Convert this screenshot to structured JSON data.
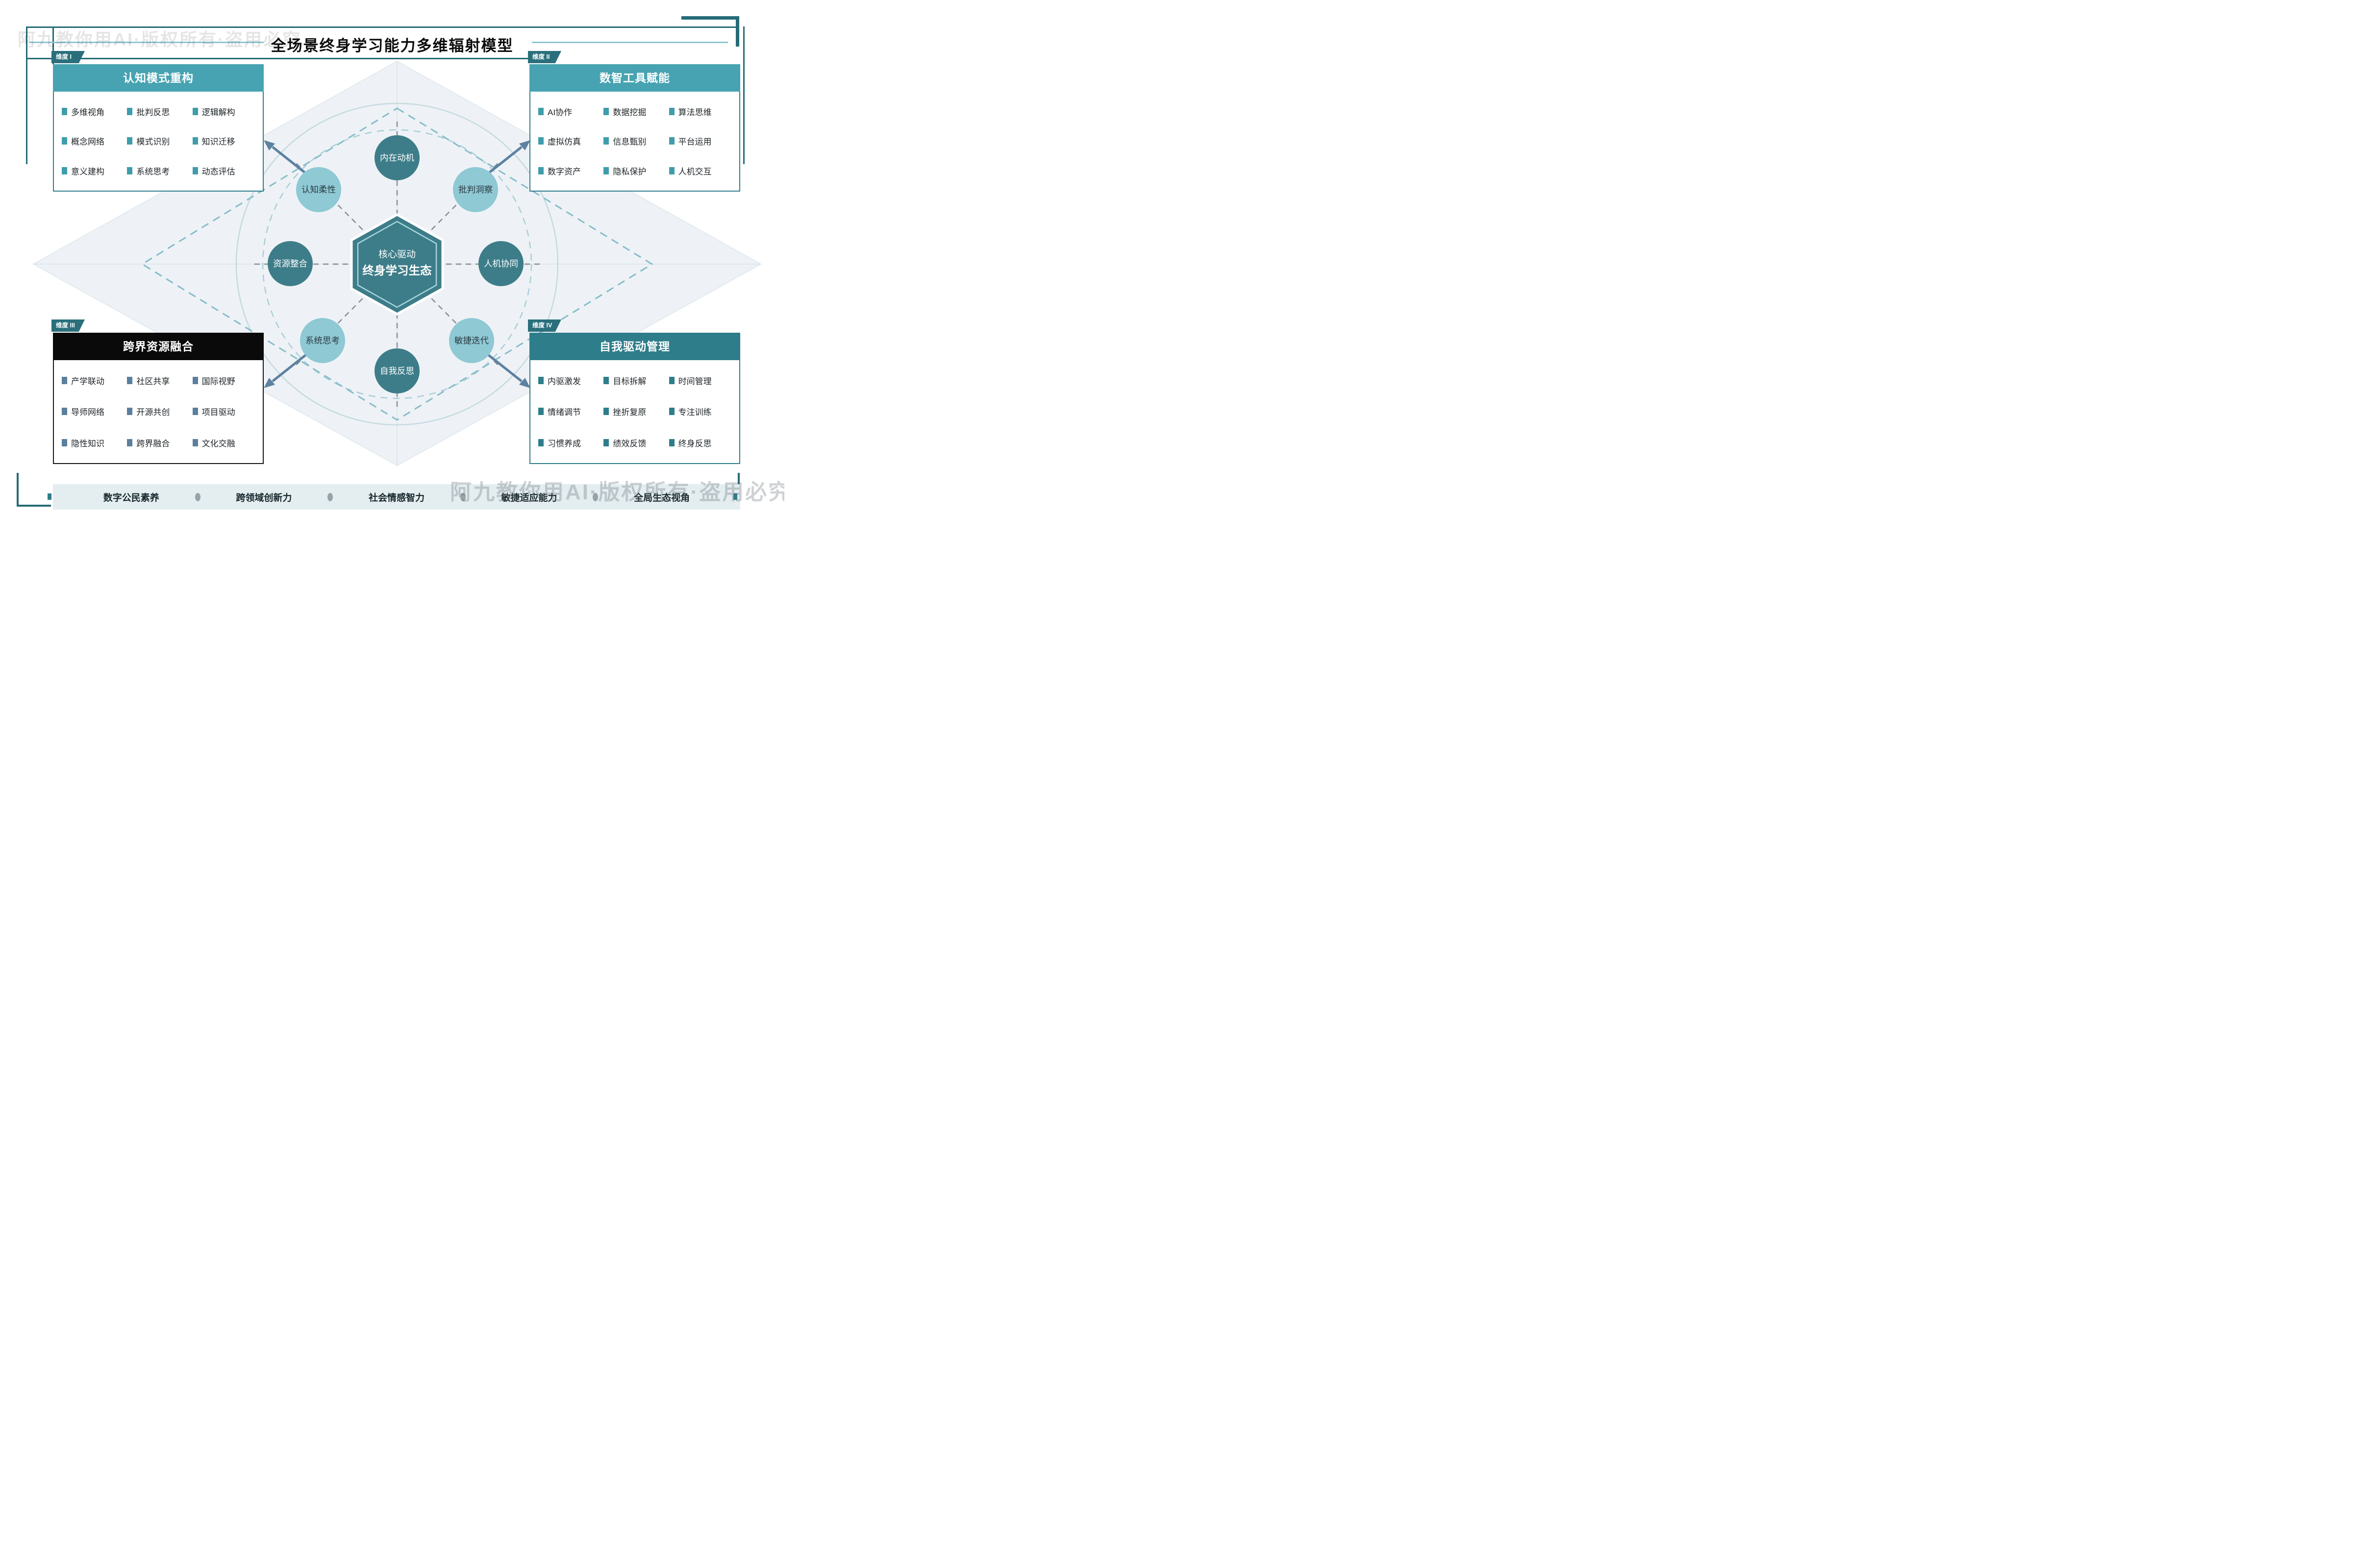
{
  "title": "全场景终身学习能力多维辐射模型",
  "watermark": "阿九教你用AI·版权所有·盗用必究",
  "center": {
    "label_top": "核心驱动",
    "label_main": "终身学习生态"
  },
  "satellites": [
    {
      "label": "内在动机",
      "tone": "dark"
    },
    {
      "label": "批判洞察",
      "tone": "light"
    },
    {
      "label": "人机协同",
      "tone": "dark"
    },
    {
      "label": "敏捷迭代",
      "tone": "light"
    },
    {
      "label": "自我反思",
      "tone": "dark"
    },
    {
      "label": "系统思考",
      "tone": "light"
    },
    {
      "label": "资源整合",
      "tone": "dark"
    },
    {
      "label": "认知柔性",
      "tone": "light"
    }
  ],
  "panels": [
    {
      "badge": "维度 I",
      "title": "认知模式重构",
      "theme": "teal",
      "items": [
        "多维视角",
        "批判反思",
        "逻辑解构",
        "概念网络",
        "模式识别",
        "知识迁移",
        "意义建构",
        "系统思考",
        "动态评估"
      ]
    },
    {
      "badge": "维度 II",
      "title": "数智工具赋能",
      "theme": "teal",
      "items": [
        "AI协作",
        "数据挖掘",
        "算法思维",
        "虚拟仿真",
        "信息甄别",
        "平台运用",
        "数字资产",
        "隐私保护",
        "人机交互"
      ]
    },
    {
      "badge": "维度 III",
      "title": "跨界资源融合",
      "theme": "black",
      "items": [
        "产学联动",
        "社区共享",
        "国际视野",
        "导师网络",
        "开源共创",
        "项目驱动",
        "隐性知识",
        "跨界融合",
        "文化交融"
      ]
    },
    {
      "badge": "维度 IV",
      "title": "自我驱动管理",
      "theme": "deep",
      "items": [
        "内驱激发",
        "目标拆解",
        "时间管理",
        "情绪调节",
        "挫折复原",
        "专注训练",
        "习惯养成",
        "绩效反馈",
        "终身反思"
      ]
    }
  ],
  "footer": {
    "items": [
      "数字公民素养",
      "跨领域创新力",
      "社会情感智力",
      "敏捷适应能力",
      "全局生态视角"
    ]
  },
  "colors": {
    "teal_header": "#47a3b1",
    "deep_teal": "#2e7d8a",
    "dark_circle": "#3d7d89",
    "light_circle": "#8ec9d4",
    "steel_arrow": "#5d81a0",
    "frame": "#256b77",
    "black_header": "#0a0a0a",
    "footer_bg": "#e4eef1"
  }
}
